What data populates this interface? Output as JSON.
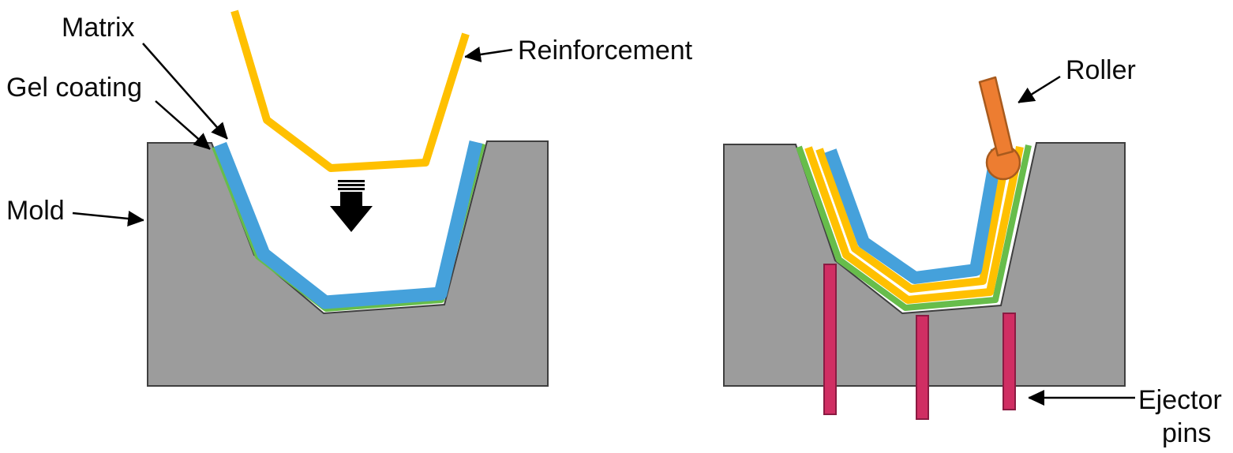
{
  "labels": {
    "matrix": "Matrix",
    "gel_coating": "Gel coating",
    "mold": "Mold",
    "reinforcement": "Reinforcement",
    "roller": "Roller",
    "ejector_pins_line1": "Ejector",
    "ejector_pins_line2": "pins"
  },
  "colors": {
    "mold_gray": "#9C9C9C",
    "mold_outline": "#3F3F3F",
    "matrix_blue": "#45A1DB",
    "gel_green": "#67BD4B",
    "reinforcement_yellow": "#FFC000",
    "roller_orange": "#ED7D31",
    "roller_outline": "#A85A1D",
    "pin_crimson": "#D02E63",
    "pin_outline": "#8A1B42",
    "annotation_black": "#000000"
  }
}
